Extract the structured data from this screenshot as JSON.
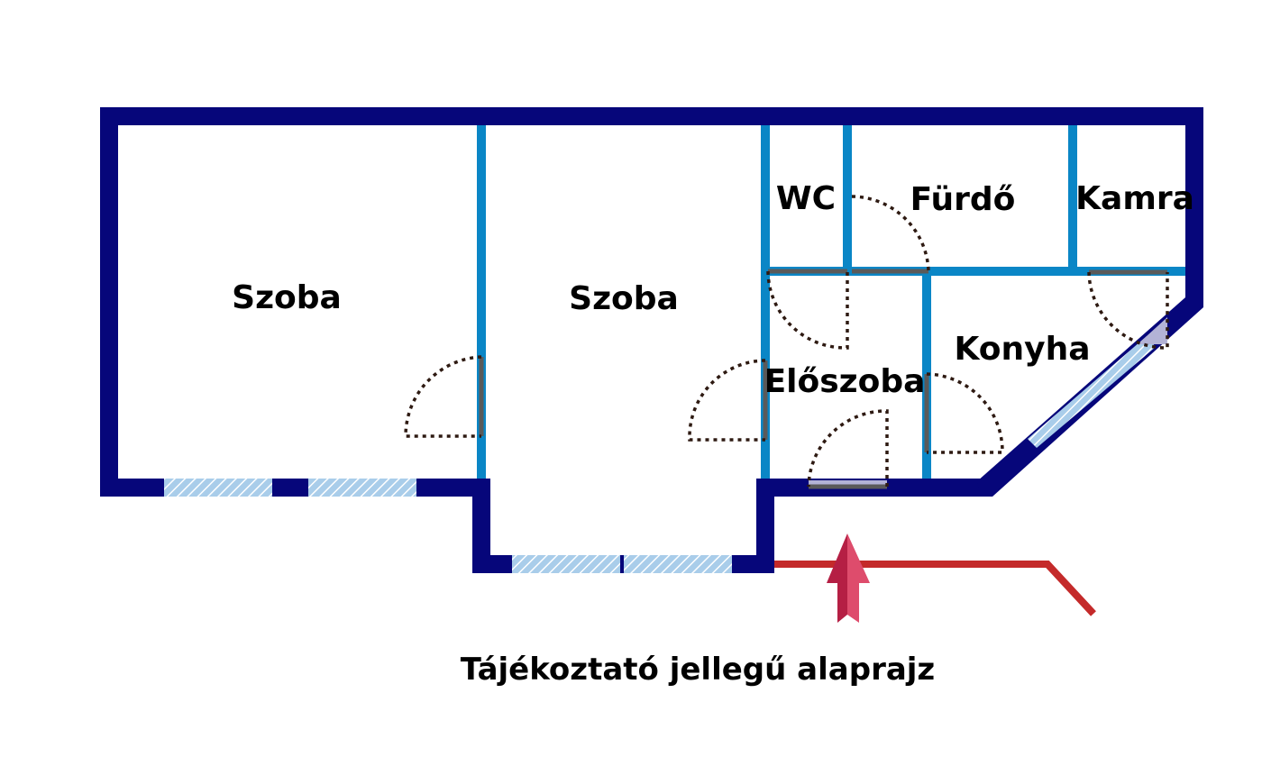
{
  "rooms": {
    "room1": "Szoba",
    "room2": "Szoba",
    "wc": "WC",
    "bathroom": "Fürdő",
    "pantry": "Kamra",
    "hallway": "Előszoba",
    "kitchen": "Konyha"
  },
  "caption": "Tájékoztató jellegű alaprajz",
  "colors": {
    "outer_wall": "#06067a",
    "inner_wall": "#0a86c6",
    "window": "#8fbde0",
    "door_arc": "#2e1a12",
    "entrance_path": "#c42a2a",
    "entrance_arrow": "#d63f5e"
  },
  "icons": {
    "entrance": "entrance-arrow-icon"
  }
}
